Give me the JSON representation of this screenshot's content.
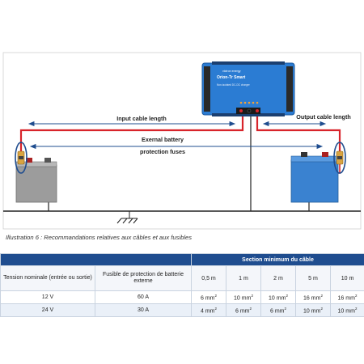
{
  "diagram": {
    "input_label": "Input cable length",
    "output_label": "Output cable length",
    "fuse_label_line1": "Exernal battery",
    "fuse_label_line2": "protection fuses",
    "device_brand": "victron energy",
    "device_name": "Orion-Tr Smart",
    "device_subtitle": "Non-isolated DC-DC charger",
    "colors": {
      "positive_wire": "#d8242b",
      "device_blue": "#2b7cd3",
      "battery_gray": "#9c9c9c",
      "battery_blue": "#3a82d0"
    }
  },
  "caption": "Illustration 6 : Recommandations relatives aux câbles et aux fusibles",
  "table": {
    "section_header": "Section minimum du câble",
    "col_tension": "Tension nominale (entrée ou sortie)",
    "col_fusible": "Fusible de protection de batterie externe",
    "lengths": [
      "0,5 m",
      "1 m",
      "2 m",
      "5 m",
      "10 m"
    ],
    "rows": [
      {
        "tension": "12  V",
        "fusible": "60 A",
        "sections": [
          "6 mm",
          "10 mm",
          "10 mm",
          "16 mm",
          "16 mm"
        ]
      },
      {
        "tension": "24 V",
        "fusible": "30 A",
        "sections": [
          "4 mm",
          "6 mm",
          "6 mm",
          "10 mm",
          "10 mm"
        ]
      }
    ],
    "unit_exponent": "2"
  }
}
